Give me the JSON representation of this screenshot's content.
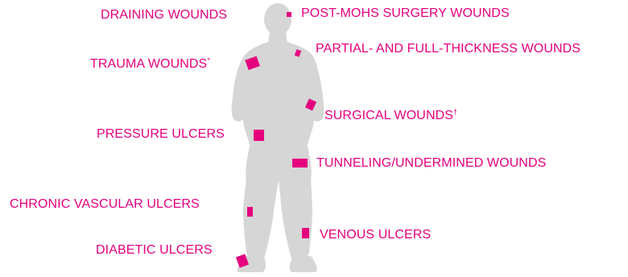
{
  "colors": {
    "accent": "#E5007E",
    "figure": "#D6D6D6",
    "figure_shade": "#C8C8C8",
    "background": "#FFFFFF"
  },
  "labels": {
    "draining": "DRAINING  WOUNDS",
    "post_mohs": "POST-MOHS SURGERY WOUNDS",
    "partial_full": "PARTIAL- AND FULL-THICKNESS WOUNDS",
    "trauma": "TRAUMA WOUNDS",
    "trauma_mark": "*",
    "surgical": "SURGICAL WOUNDS",
    "surgical_mark": "†",
    "pressure": "PRESSURE ULCERS",
    "tunneling": "TUNNELING/UNDERMINED WOUNDS",
    "chronic_vascular": "CHRONIC VASCULAR ULCERS",
    "venous": "VENOUS ULCERS",
    "diabetic": "DIABETIC ULCERS"
  }
}
